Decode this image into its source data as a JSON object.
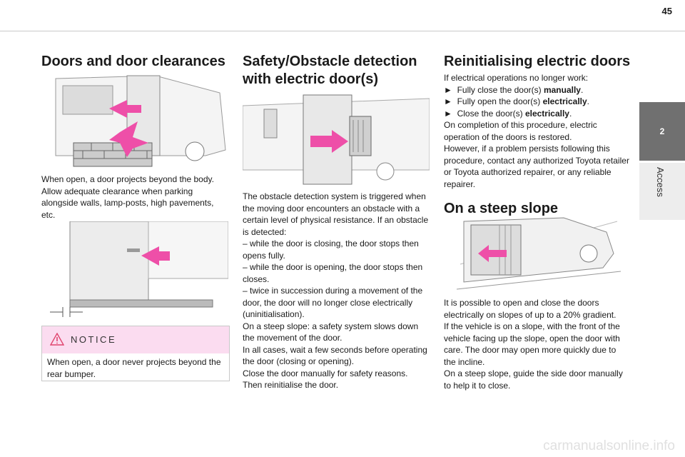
{
  "page_number": "45",
  "side_tab": {
    "chapter_number": "2",
    "chapter_title": "Access"
  },
  "col1": {
    "heading": "Doors and door clearances",
    "paragraph": "When open, a door projects beyond the body. Allow adequate clearance when parking alongside walls, lamp-posts, high pavements, etc.",
    "notice": {
      "title": "NOTICE",
      "text": "When open, a door never projects beyond the rear bumper."
    }
  },
  "col2": {
    "heading_line1": "Safety/Obstacle detection",
    "heading_line2": "with electric door(s)",
    "lines": [
      "The obstacle detection system is triggered when",
      "the moving door encounters an obstacle with a",
      "certain level of physical resistance. If an obstacle",
      "is detected:",
      "–  while the door is closing, the door stops then",
      "opens fully.",
      "–  while the door is opening, the door stops then",
      "closes.",
      "–  twice in succession during a movement of the",
      "door, the door will no longer close electrically",
      "(uninitialisation).",
      "On a steep slope: a safety system slows down",
      "the movement of the door.",
      "In all cases, wait a few seconds before operating",
      "the door (closing or opening).",
      "Close the door manually for safety reasons.",
      "Then reinitialise the door."
    ]
  },
  "col3": {
    "heading": "Reinitialising electric doors",
    "intro": "If electrical operations no longer work:",
    "bullet_symbol": "►",
    "steps": [
      {
        "text": "Fully close the door(s) ",
        "bold": "manually",
        "end": "."
      },
      {
        "text": "Fully open the door(s) ",
        "bold": "electrically",
        "end": "."
      },
      {
        "text": "Close the door(s) ",
        "bold": "electrically",
        "end": "."
      }
    ],
    "after_lines": [
      "On completion of this procedure, electric",
      "operation of the doors is restored.",
      "However, if a problem persists following this",
      "procedure, contact any authorized Toyota retailer",
      "or Toyota authorized repairer, or any reliable",
      "repairer."
    ],
    "slope_heading": "On a steep slope",
    "slope_lines": [
      "It is possible to open and close the doors",
      "electrically on slopes of up to a 20% gradient.",
      "If the vehicle is on a slope, with the front of the",
      "vehicle facing up the slope, open the door with",
      "care. The door may open more quickly due to",
      "the incline.",
      "On a steep slope, guide the side door manually",
      "to help it to close."
    ]
  },
  "watermark": "carmanualsonline.info",
  "colors": {
    "arrow": "#ee4fa8",
    "notice_bg": "#fbdcf0",
    "tab_dark": "#707070",
    "tab_light": "#ededed"
  }
}
